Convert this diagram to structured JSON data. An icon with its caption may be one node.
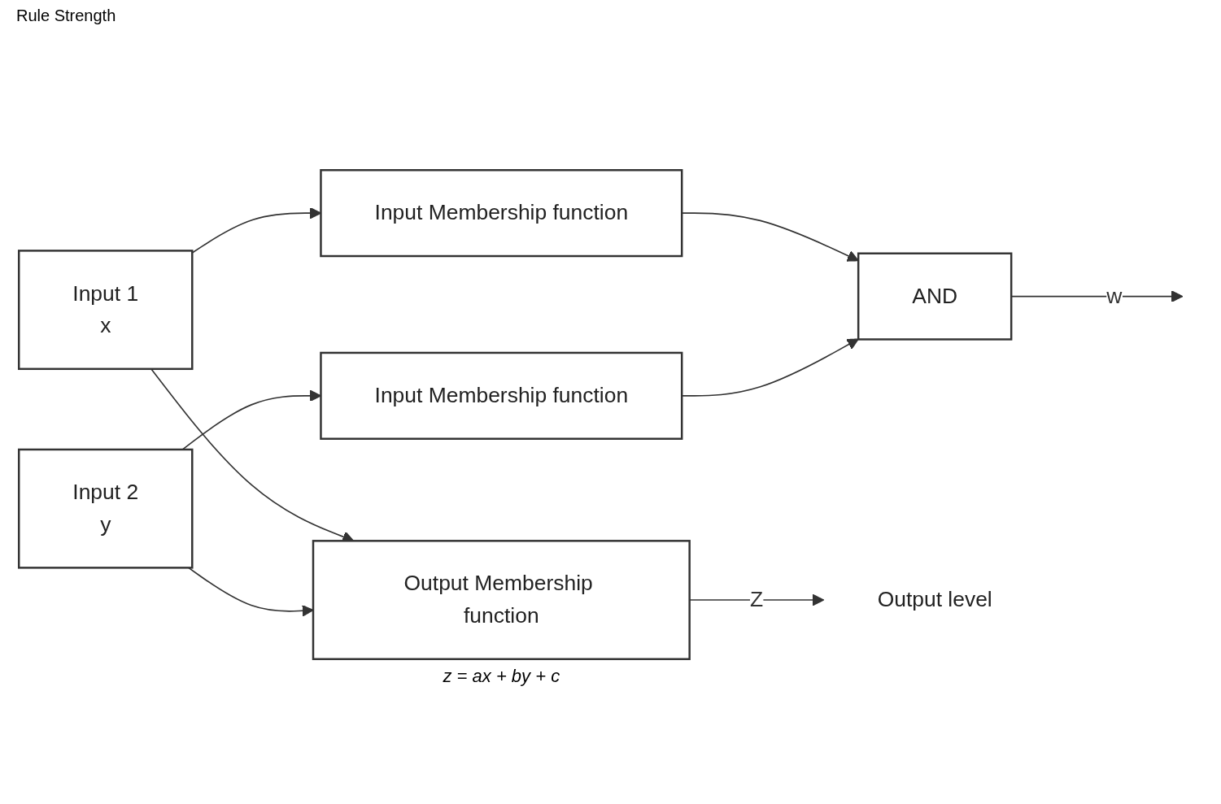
{
  "diagram": {
    "nodes": [
      {
        "text": [
          "Input 1",
          "x"
        ]
      },
      {
        "text": [
          "Input Membership function"
        ]
      },
      {
        "text": [
          "Input 2",
          "y"
        ]
      },
      {
        "text": [
          "Input Membership function"
        ]
      },
      {
        "text": [
          "AND"
        ]
      },
      {
        "text": [
          "Output Membership function"
        ],
        "beside": [
          "z = ax + by + c"
        ]
      },
      {
        "text": [
          "Output level"
        ]
      }
    ],
    "edges": [
      {
        "from": 0,
        "to": 1,
        "arrow": "to"
      },
      {
        "from": 0,
        "to": 5,
        "arrow": "to"
      },
      {
        "from": 2,
        "to": 3,
        "arrow": "to"
      },
      {
        "from": 2,
        "to": 5,
        "arrow": "to"
      },
      {
        "from": 1,
        "to": 4,
        "arrow": "to"
      },
      {
        "from": 3,
        "to": 4,
        "arrow": "to"
      },
      {
        "from": 4,
        "to": null,
        "label": "w",
        "arrow": "to"
      },
      {
        "from": 5,
        "to": 6,
        "label": "Z",
        "arrow": "to"
      }
    ],
    "labels": [
      "Rule Strength"
    ]
  }
}
